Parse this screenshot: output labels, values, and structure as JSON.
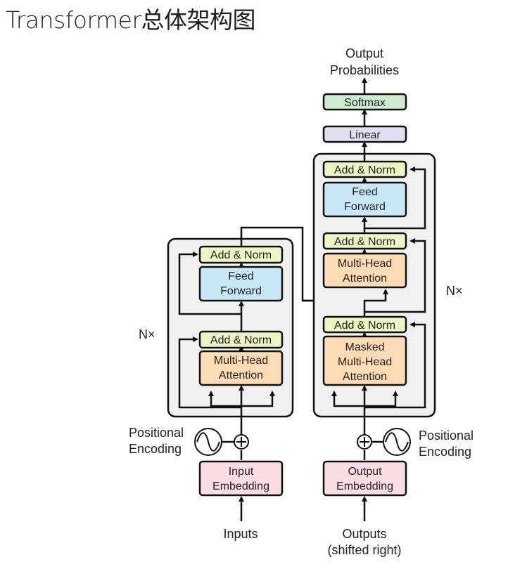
{
  "title": "Transformer总体架构图",
  "colors": {
    "stack_bg": "#f1f1f1",
    "add_norm": "#eef4c2",
    "feed_forward": "#c9e8f5",
    "attention": "#fddcb5",
    "embedding": "#fadde3",
    "linear": "#dfe1f3",
    "softmax": "#cde9d0",
    "stroke": "#111111"
  },
  "encoder": {
    "nx": "N×",
    "add_norm_top": "Add & Norm",
    "feed_forward": [
      "Feed",
      "Forward"
    ],
    "add_norm_bottom": "Add & Norm",
    "attention": [
      "Multi-Head",
      "Attention"
    ],
    "positional_encoding": [
      "Positional",
      "Encoding"
    ],
    "embedding": [
      "Input",
      "Embedding"
    ],
    "input_label": "Inputs"
  },
  "decoder": {
    "nx": "N×",
    "add_norm_top": "Add & Norm",
    "feed_forward": [
      "Feed",
      "Forward"
    ],
    "add_norm_mid": "Add & Norm",
    "attention": [
      "Multi-Head",
      "Attention"
    ],
    "add_norm_bottom": "Add & Norm",
    "masked_attention": [
      "Masked",
      "Multi-Head",
      "Attention"
    ],
    "positional_encoding": [
      "Positional",
      "Encoding"
    ],
    "embedding": [
      "Output",
      "Embedding"
    ],
    "input_label": [
      "Outputs",
      "(shifted right)"
    ]
  },
  "head": {
    "linear": "Linear",
    "softmax": "Softmax",
    "output_label": [
      "Output",
      "Probabilities"
    ]
  },
  "icons": {
    "positional_encoding": "sine-wave-icon",
    "add": "circled-plus-icon"
  }
}
